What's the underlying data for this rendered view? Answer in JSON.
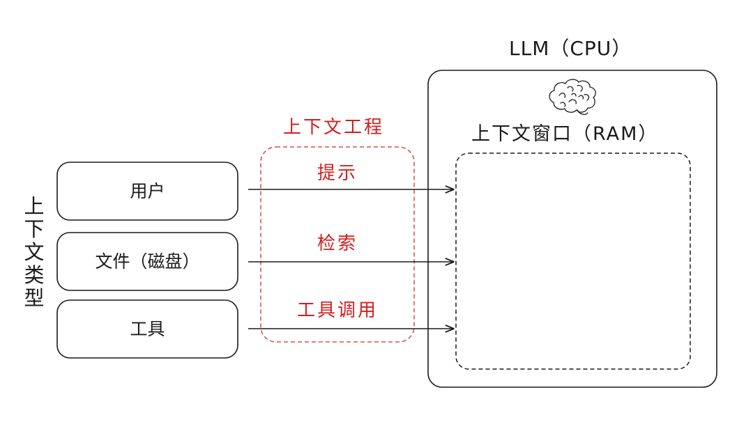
{
  "context_types": {
    "title": "上下文类型",
    "items": [
      {
        "label": "用户"
      },
      {
        "label": "文件（磁盘）"
      },
      {
        "label": "工具"
      }
    ]
  },
  "context_engineering": {
    "title": "上下文工程",
    "methods": [
      {
        "label": "提示"
      },
      {
        "label": "检索"
      },
      {
        "label": "工具调用"
      }
    ]
  },
  "llm": {
    "title": "LLM（CPU）",
    "icon": "brain-icon",
    "context_window_title": "上下文窗口（RAM）"
  },
  "colors": {
    "ink": "#1a1a1a",
    "accent_red": "#d11f1f",
    "dashed_red": "#d9534f"
  }
}
